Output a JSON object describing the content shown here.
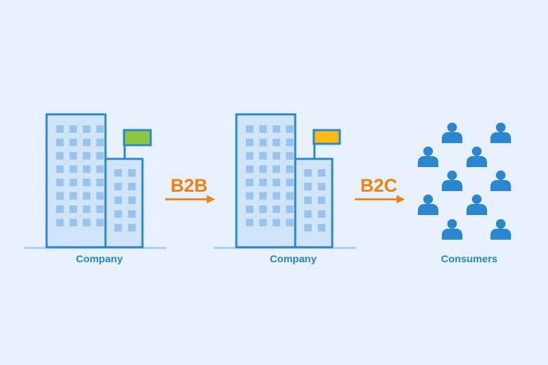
{
  "colors": {
    "background": "#e6f1fc",
    "building_outline": "#2a86cf",
    "building_fill": "#cfe4f8",
    "window": "#98c3ec",
    "ground": "#a9d0f2",
    "flag_b2b": "#8dc63f",
    "flag_b2c": "#fdba12",
    "arrow": "#f27f12",
    "person": "#2a86cf",
    "label_text": "#2a86cf"
  },
  "nodes": [
    {
      "label": "Company",
      "icon": "office-building-icon",
      "flag_color": "#8dc63f"
    },
    {
      "label": "Company",
      "icon": "office-building-icon",
      "flag_color": "#fdba12"
    },
    {
      "label": "Consumers",
      "icon": "people-group-icon"
    }
  ],
  "arrows": [
    {
      "label": "B2B"
    },
    {
      "label": "B2C"
    }
  ]
}
